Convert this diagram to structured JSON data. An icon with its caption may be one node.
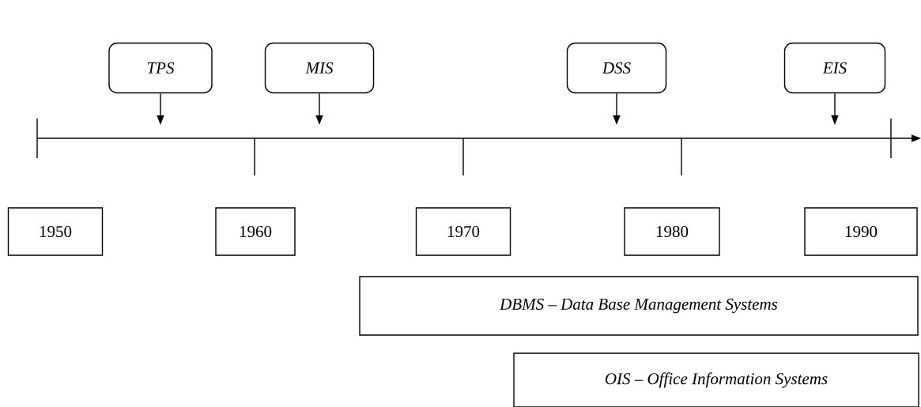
{
  "diagram": {
    "nodes": [
      {
        "text": [
          "TPS"
        ]
      },
      {
        "text": [
          "MIS"
        ]
      },
      {
        "text": [
          "DSS"
        ]
      },
      {
        "text": [
          "EIS"
        ]
      },
      {
        "text": [
          "1950"
        ]
      },
      {
        "text": [
          "1960"
        ]
      },
      {
        "text": [
          "1970"
        ]
      },
      {
        "text": [
          "1980"
        ]
      },
      {
        "text": [
          "1990"
        ]
      },
      {
        "text": [
          "DBMS – Data Base Management Systems"
        ]
      },
      {
        "text": [
          "OIS – Office Information Systems"
        ]
      }
    ],
    "edges": [
      {
        "from": 0,
        "to": null,
        "arrow": "to"
      },
      {
        "from": 1,
        "to": null,
        "arrow": "to"
      },
      {
        "from": 2,
        "to": null,
        "arrow": "to"
      },
      {
        "from": 3,
        "to": null,
        "arrow": "to"
      }
    ]
  }
}
